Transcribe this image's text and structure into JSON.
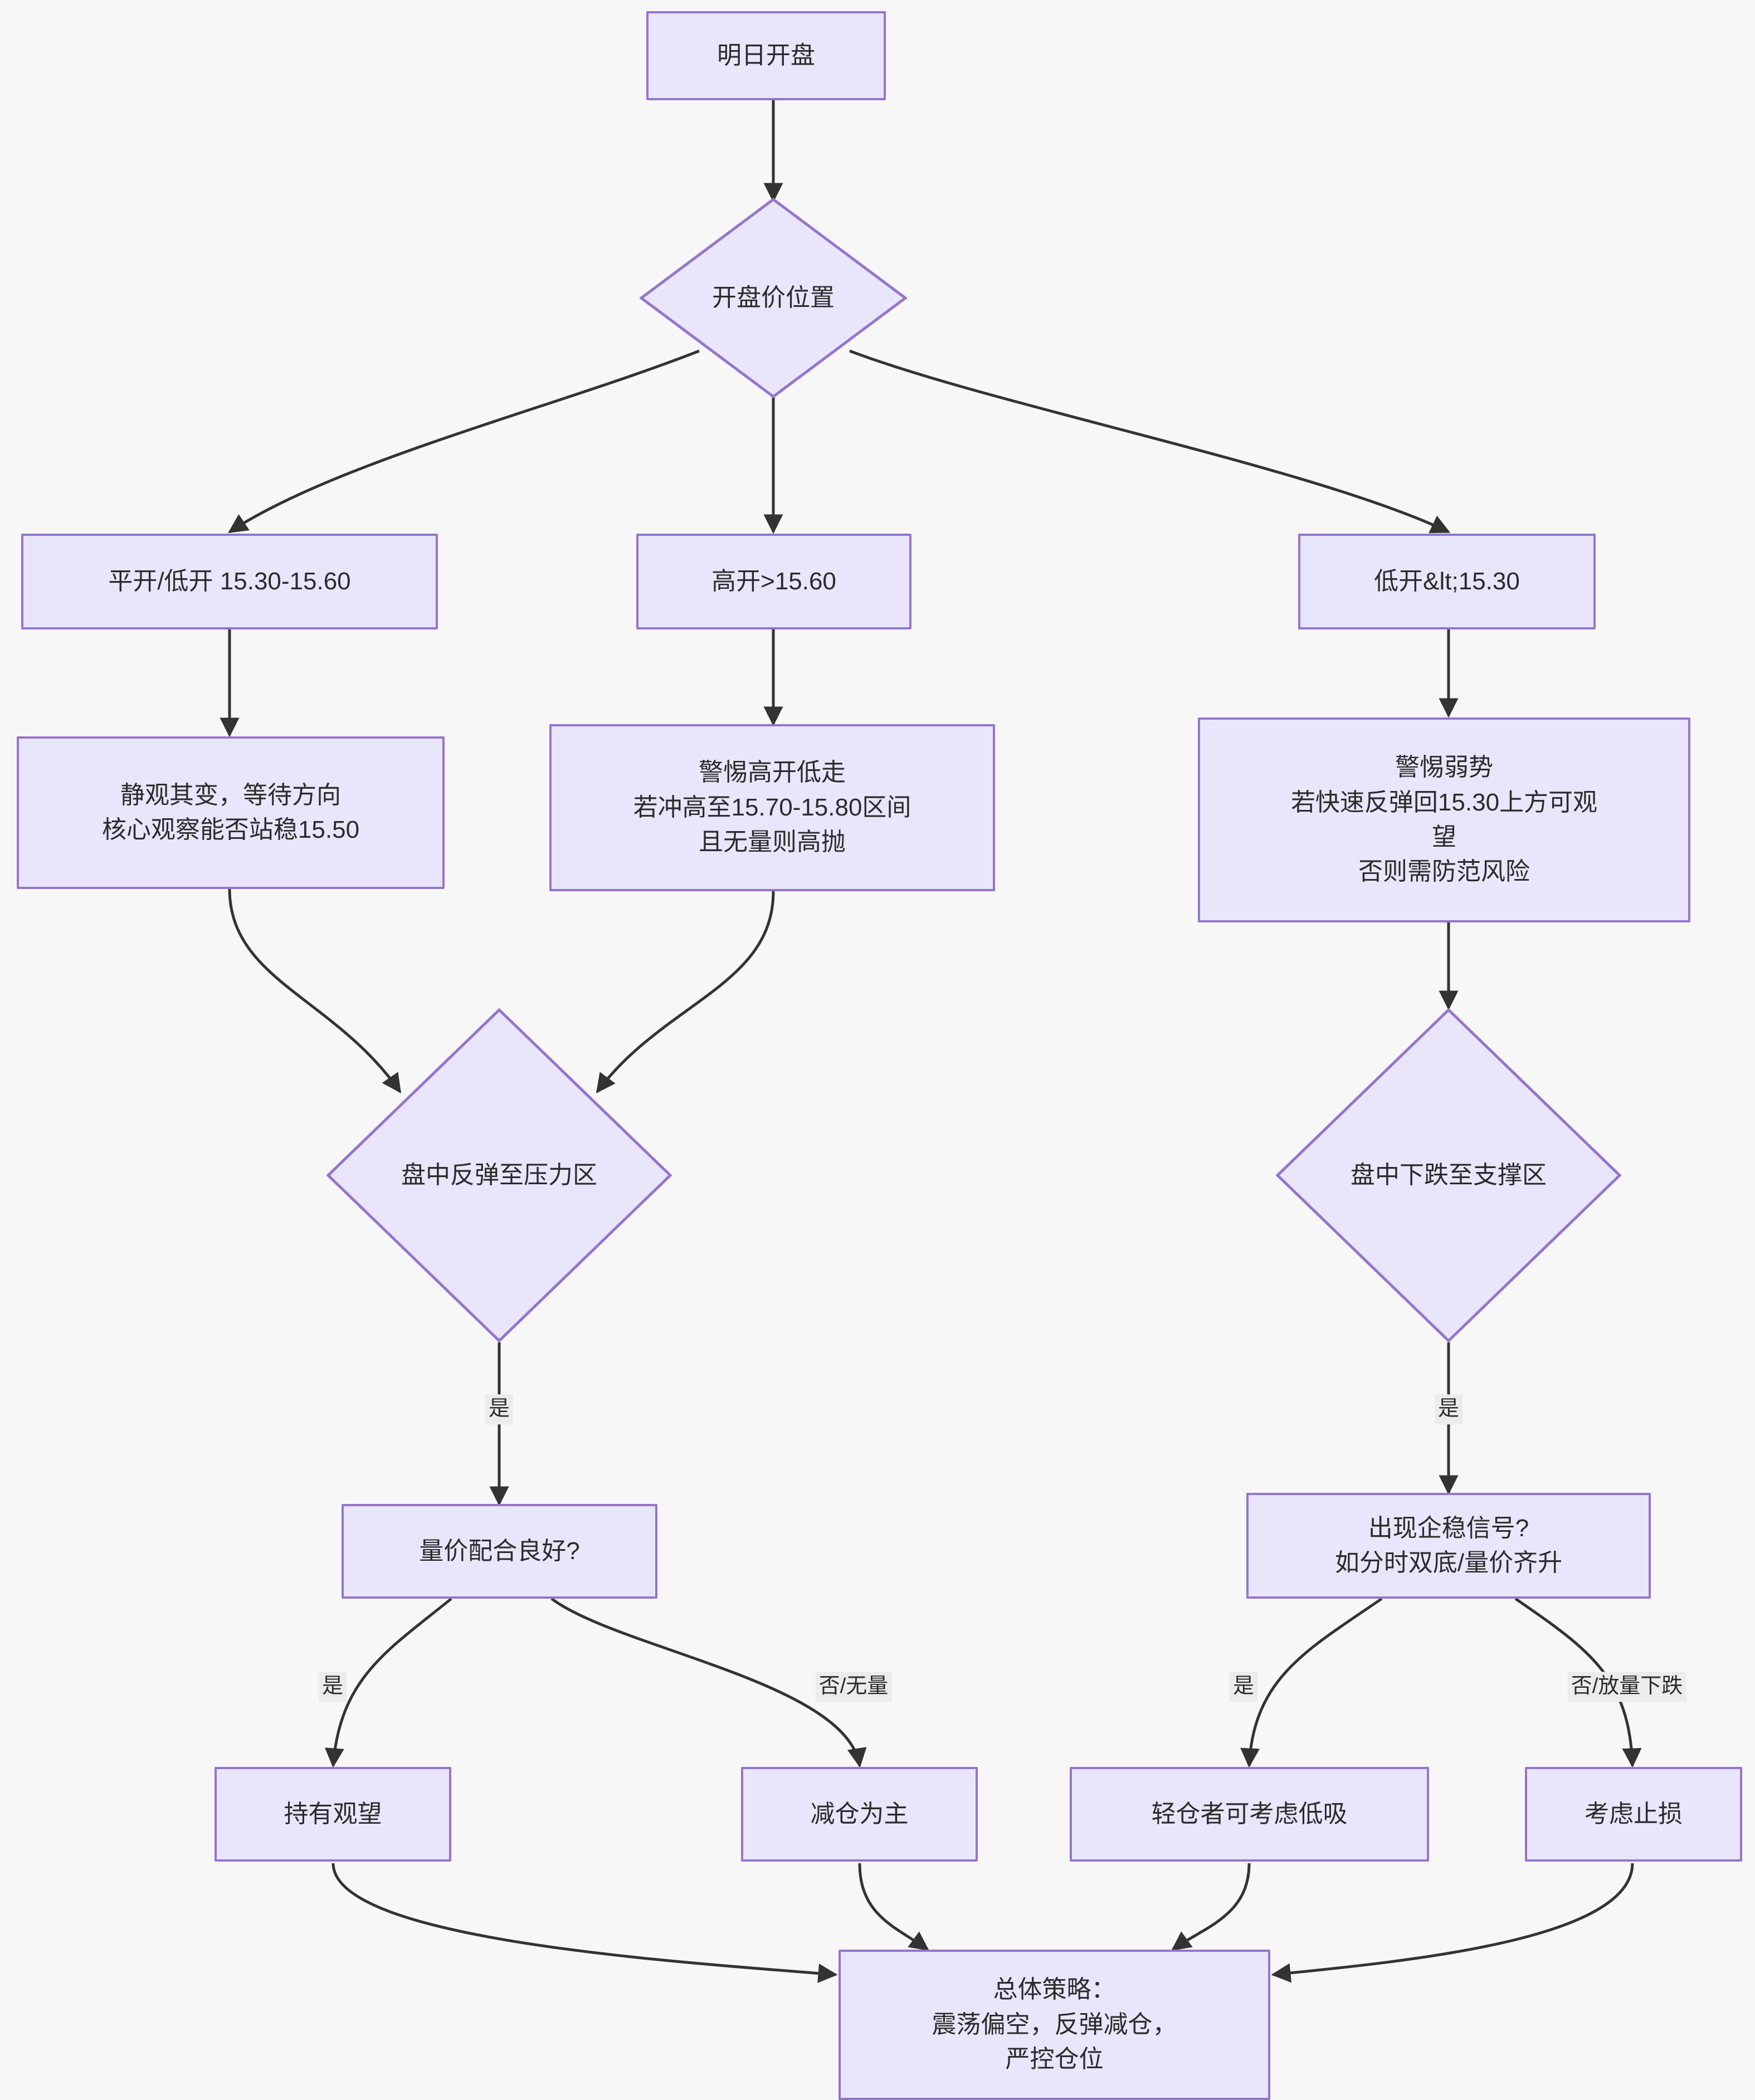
{
  "diagram": {
    "type": "flowchart",
    "direction": "top-down",
    "theme": {
      "background": "#f7f7f7",
      "node_fill": "#e9e6fb",
      "node_border": "#9575cd",
      "text_color": "#2b2b2b",
      "edge_color": "#333333",
      "edge_label_bg": "#ececec"
    },
    "nodes": [
      {
        "id": "start",
        "shape": "rect",
        "label": "明日开盘"
      },
      {
        "id": "open_pos",
        "shape": "diamond",
        "label": "开盘价位置"
      },
      {
        "id": "flat_low",
        "shape": "rect",
        "label": "平开/低开 15.30-15.60"
      },
      {
        "id": "gap_up",
        "shape": "rect",
        "label": "高开>15.60"
      },
      {
        "id": "gap_down",
        "shape": "rect",
        "label": "低开&lt;15.30"
      },
      {
        "id": "wait",
        "shape": "rect",
        "label": "静观其变，等待方向\n核心观察能否站稳15.50"
      },
      {
        "id": "warn_high",
        "shape": "rect",
        "label": "警惕高开低走\n若冲高至15.70-15.80区间\n且无量则高抛"
      },
      {
        "id": "warn_weak",
        "shape": "rect",
        "label": "警惕弱势\n若快速反弹回15.30上方可观\n望\n否则需防范风险"
      },
      {
        "id": "rebound",
        "shape": "diamond",
        "label": "盘中反弹至压力区"
      },
      {
        "id": "drop",
        "shape": "diamond",
        "label": "盘中下跌至支撑区"
      },
      {
        "id": "vol_price",
        "shape": "rect",
        "label": "量价配合良好?"
      },
      {
        "id": "stabilize",
        "shape": "rect",
        "label": "出现企稳信号?\n如分时双底/量价齐升"
      },
      {
        "id": "hold",
        "shape": "rect",
        "label": "持有观望"
      },
      {
        "id": "reduce",
        "shape": "rect",
        "label": "减仓为主"
      },
      {
        "id": "buy_dip",
        "shape": "rect",
        "label": "轻仓者可考虑低吸"
      },
      {
        "id": "stop_loss",
        "shape": "rect",
        "label": "考虑止损"
      },
      {
        "id": "summary",
        "shape": "rect",
        "label": "总体策略：\n震荡偏空，反弹减仓，\n严控仓位"
      }
    ],
    "edges": [
      {
        "from": "start",
        "to": "open_pos",
        "label": ""
      },
      {
        "from": "open_pos",
        "to": "flat_low",
        "label": ""
      },
      {
        "from": "open_pos",
        "to": "gap_up",
        "label": ""
      },
      {
        "from": "open_pos",
        "to": "gap_down",
        "label": ""
      },
      {
        "from": "flat_low",
        "to": "wait",
        "label": ""
      },
      {
        "from": "gap_up",
        "to": "warn_high",
        "label": ""
      },
      {
        "from": "gap_down",
        "to": "warn_weak",
        "label": ""
      },
      {
        "from": "wait",
        "to": "rebound",
        "label": ""
      },
      {
        "from": "warn_high",
        "to": "rebound",
        "label": ""
      },
      {
        "from": "warn_weak",
        "to": "drop",
        "label": ""
      },
      {
        "from": "rebound",
        "to": "vol_price",
        "label": "是"
      },
      {
        "from": "drop",
        "to": "stabilize",
        "label": "是"
      },
      {
        "from": "vol_price",
        "to": "hold",
        "label": "是"
      },
      {
        "from": "vol_price",
        "to": "reduce",
        "label": "否/无量"
      },
      {
        "from": "stabilize",
        "to": "buy_dip",
        "label": "是"
      },
      {
        "from": "stabilize",
        "to": "stop_loss",
        "label": "否/放量下跌"
      },
      {
        "from": "hold",
        "to": "summary",
        "label": ""
      },
      {
        "from": "reduce",
        "to": "summary",
        "label": ""
      },
      {
        "from": "buy_dip",
        "to": "summary",
        "label": ""
      },
      {
        "from": "stop_loss",
        "to": "summary",
        "label": ""
      }
    ],
    "edge_labels": [
      {
        "id": "lbl-rebound-yes",
        "text": "是"
      },
      {
        "id": "lbl-drop-yes",
        "text": "是"
      },
      {
        "id": "lbl-volprice-yes",
        "text": "是"
      },
      {
        "id": "lbl-volprice-no",
        "text": "否/无量"
      },
      {
        "id": "lbl-stab-yes",
        "text": "是"
      },
      {
        "id": "lbl-stab-no",
        "text": "否/放量下跌"
      }
    ]
  }
}
